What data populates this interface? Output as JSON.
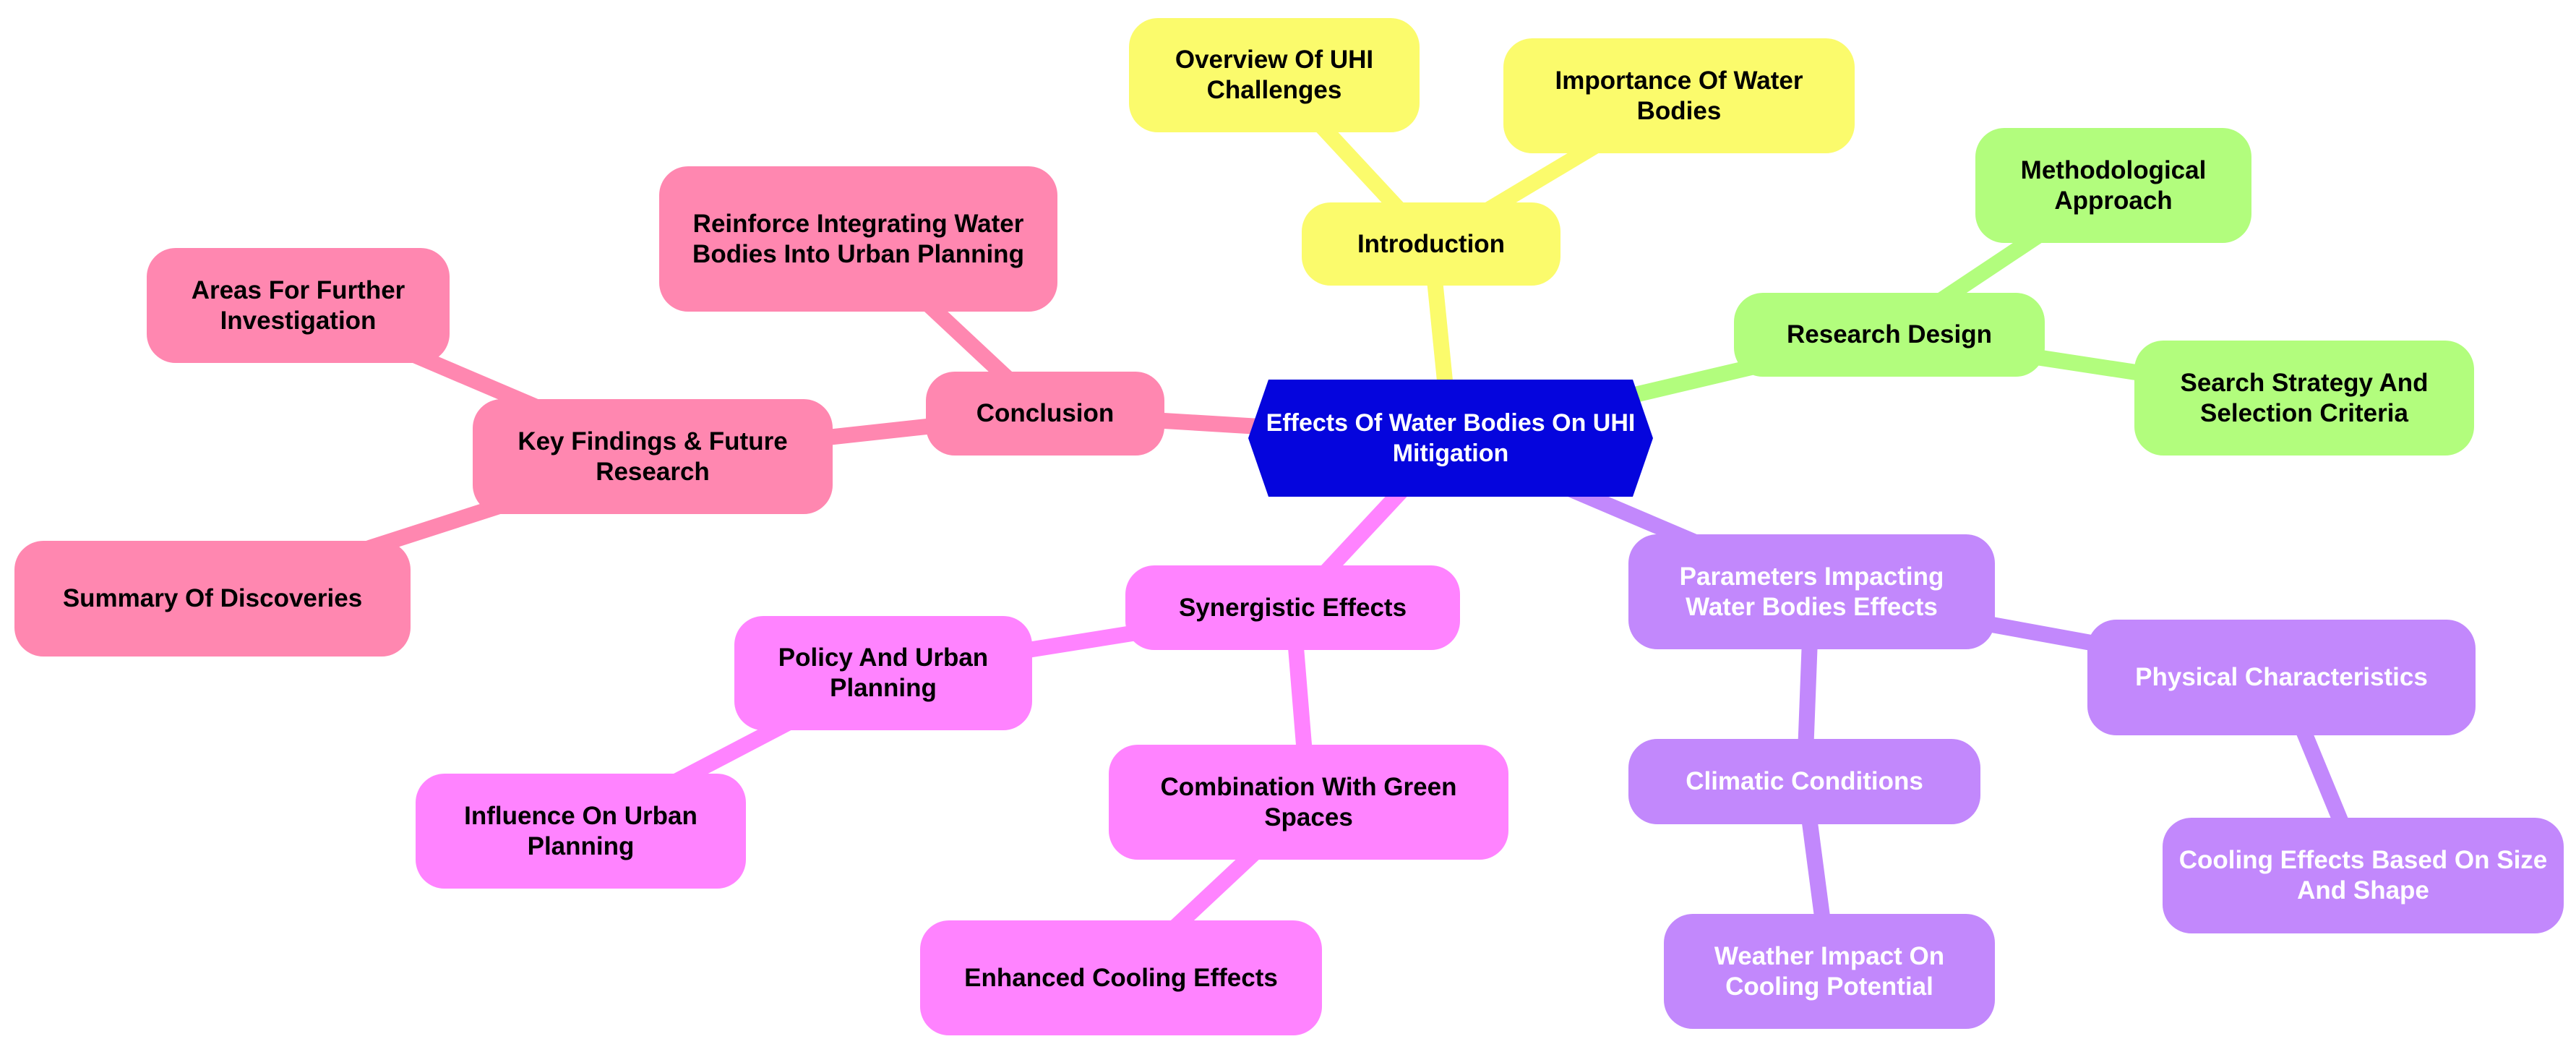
{
  "colors": {
    "center": "#0505dd",
    "intro": "#fbfb6c",
    "design": "#b2fd7d",
    "conclusion": "#ff87b0",
    "synergy": "#ff83ff",
    "parameters": "#c288fc"
  },
  "center": {
    "label": "Effects Of Water Bodies On UHI Mitigation"
  },
  "introduction": {
    "label": "Introduction",
    "children": [
      {
        "label": "Overview Of UHI Challenges"
      },
      {
        "label": "Importance Of Water Bodies"
      }
    ]
  },
  "research_design": {
    "label": "Research Design",
    "children": [
      {
        "label": "Methodological Approach"
      },
      {
        "label": "Search Strategy And Selection Criteria"
      }
    ]
  },
  "parameters": {
    "label": "Parameters Impacting Water Bodies Effects",
    "physical": {
      "label": "Physical Characteristics",
      "child": {
        "label": "Cooling Effects Based On Size And Shape"
      }
    },
    "climatic": {
      "label": "Climatic Conditions",
      "child": {
        "label": "Weather Impact On Cooling Potential"
      }
    }
  },
  "synergistic": {
    "label": "Synergistic Effects",
    "policy": {
      "label": "Policy And Urban Planning",
      "child": {
        "label": "Influence On Urban Planning"
      }
    },
    "green": {
      "label": "Combination With Green Spaces",
      "child": {
        "label": "Enhanced Cooling Effects"
      }
    }
  },
  "conclusion": {
    "label": "Conclusion",
    "reinforce": {
      "label": "Reinforce Integrating Water Bodies Into Urban Planning"
    },
    "key_findings": {
      "label": "Key Findings & Future Research",
      "children": [
        {
          "label": "Areas For Further Investigation"
        },
        {
          "label": "Summary Of Discoveries"
        }
      ]
    }
  }
}
